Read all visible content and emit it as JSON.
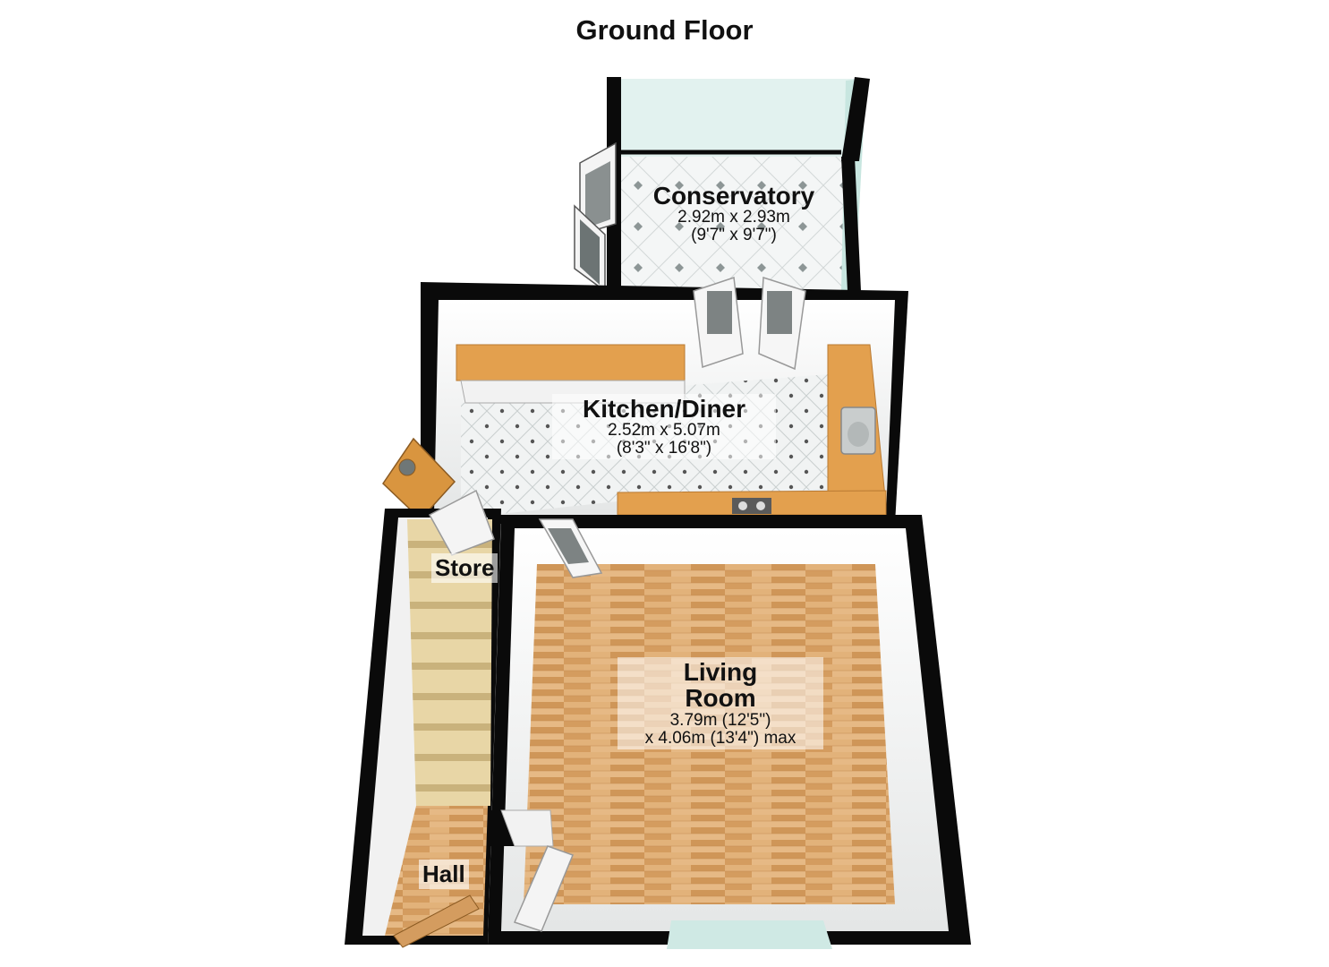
{
  "title": "Ground Floor",
  "rooms": {
    "conservatory": {
      "name": "Conservatory",
      "dim_metric": "2.92m x 2.93m",
      "dim_imperial": "(9'7\" x 9'7\")"
    },
    "kitchen": {
      "name": "Kitchen/Diner",
      "dim_metric": "2.52m x 5.07m",
      "dim_imperial": "(8'3\" x 16'8\")"
    },
    "living": {
      "name_line1": "Living",
      "name_line2": "Room",
      "dim_line1": "3.79m (12'5\")",
      "dim_line2": "x 4.06m (13'4\") max"
    },
    "store": {
      "name": "Store"
    },
    "hall": {
      "name": "Hall"
    }
  },
  "colors": {
    "wall": "#0a0a0a",
    "wall_face": "#ffffff",
    "floor_tile": "#eef0f0",
    "floor_wood": "#d9a86a",
    "worktop": "#e3a04e",
    "glass": "#cfe9e4"
  }
}
